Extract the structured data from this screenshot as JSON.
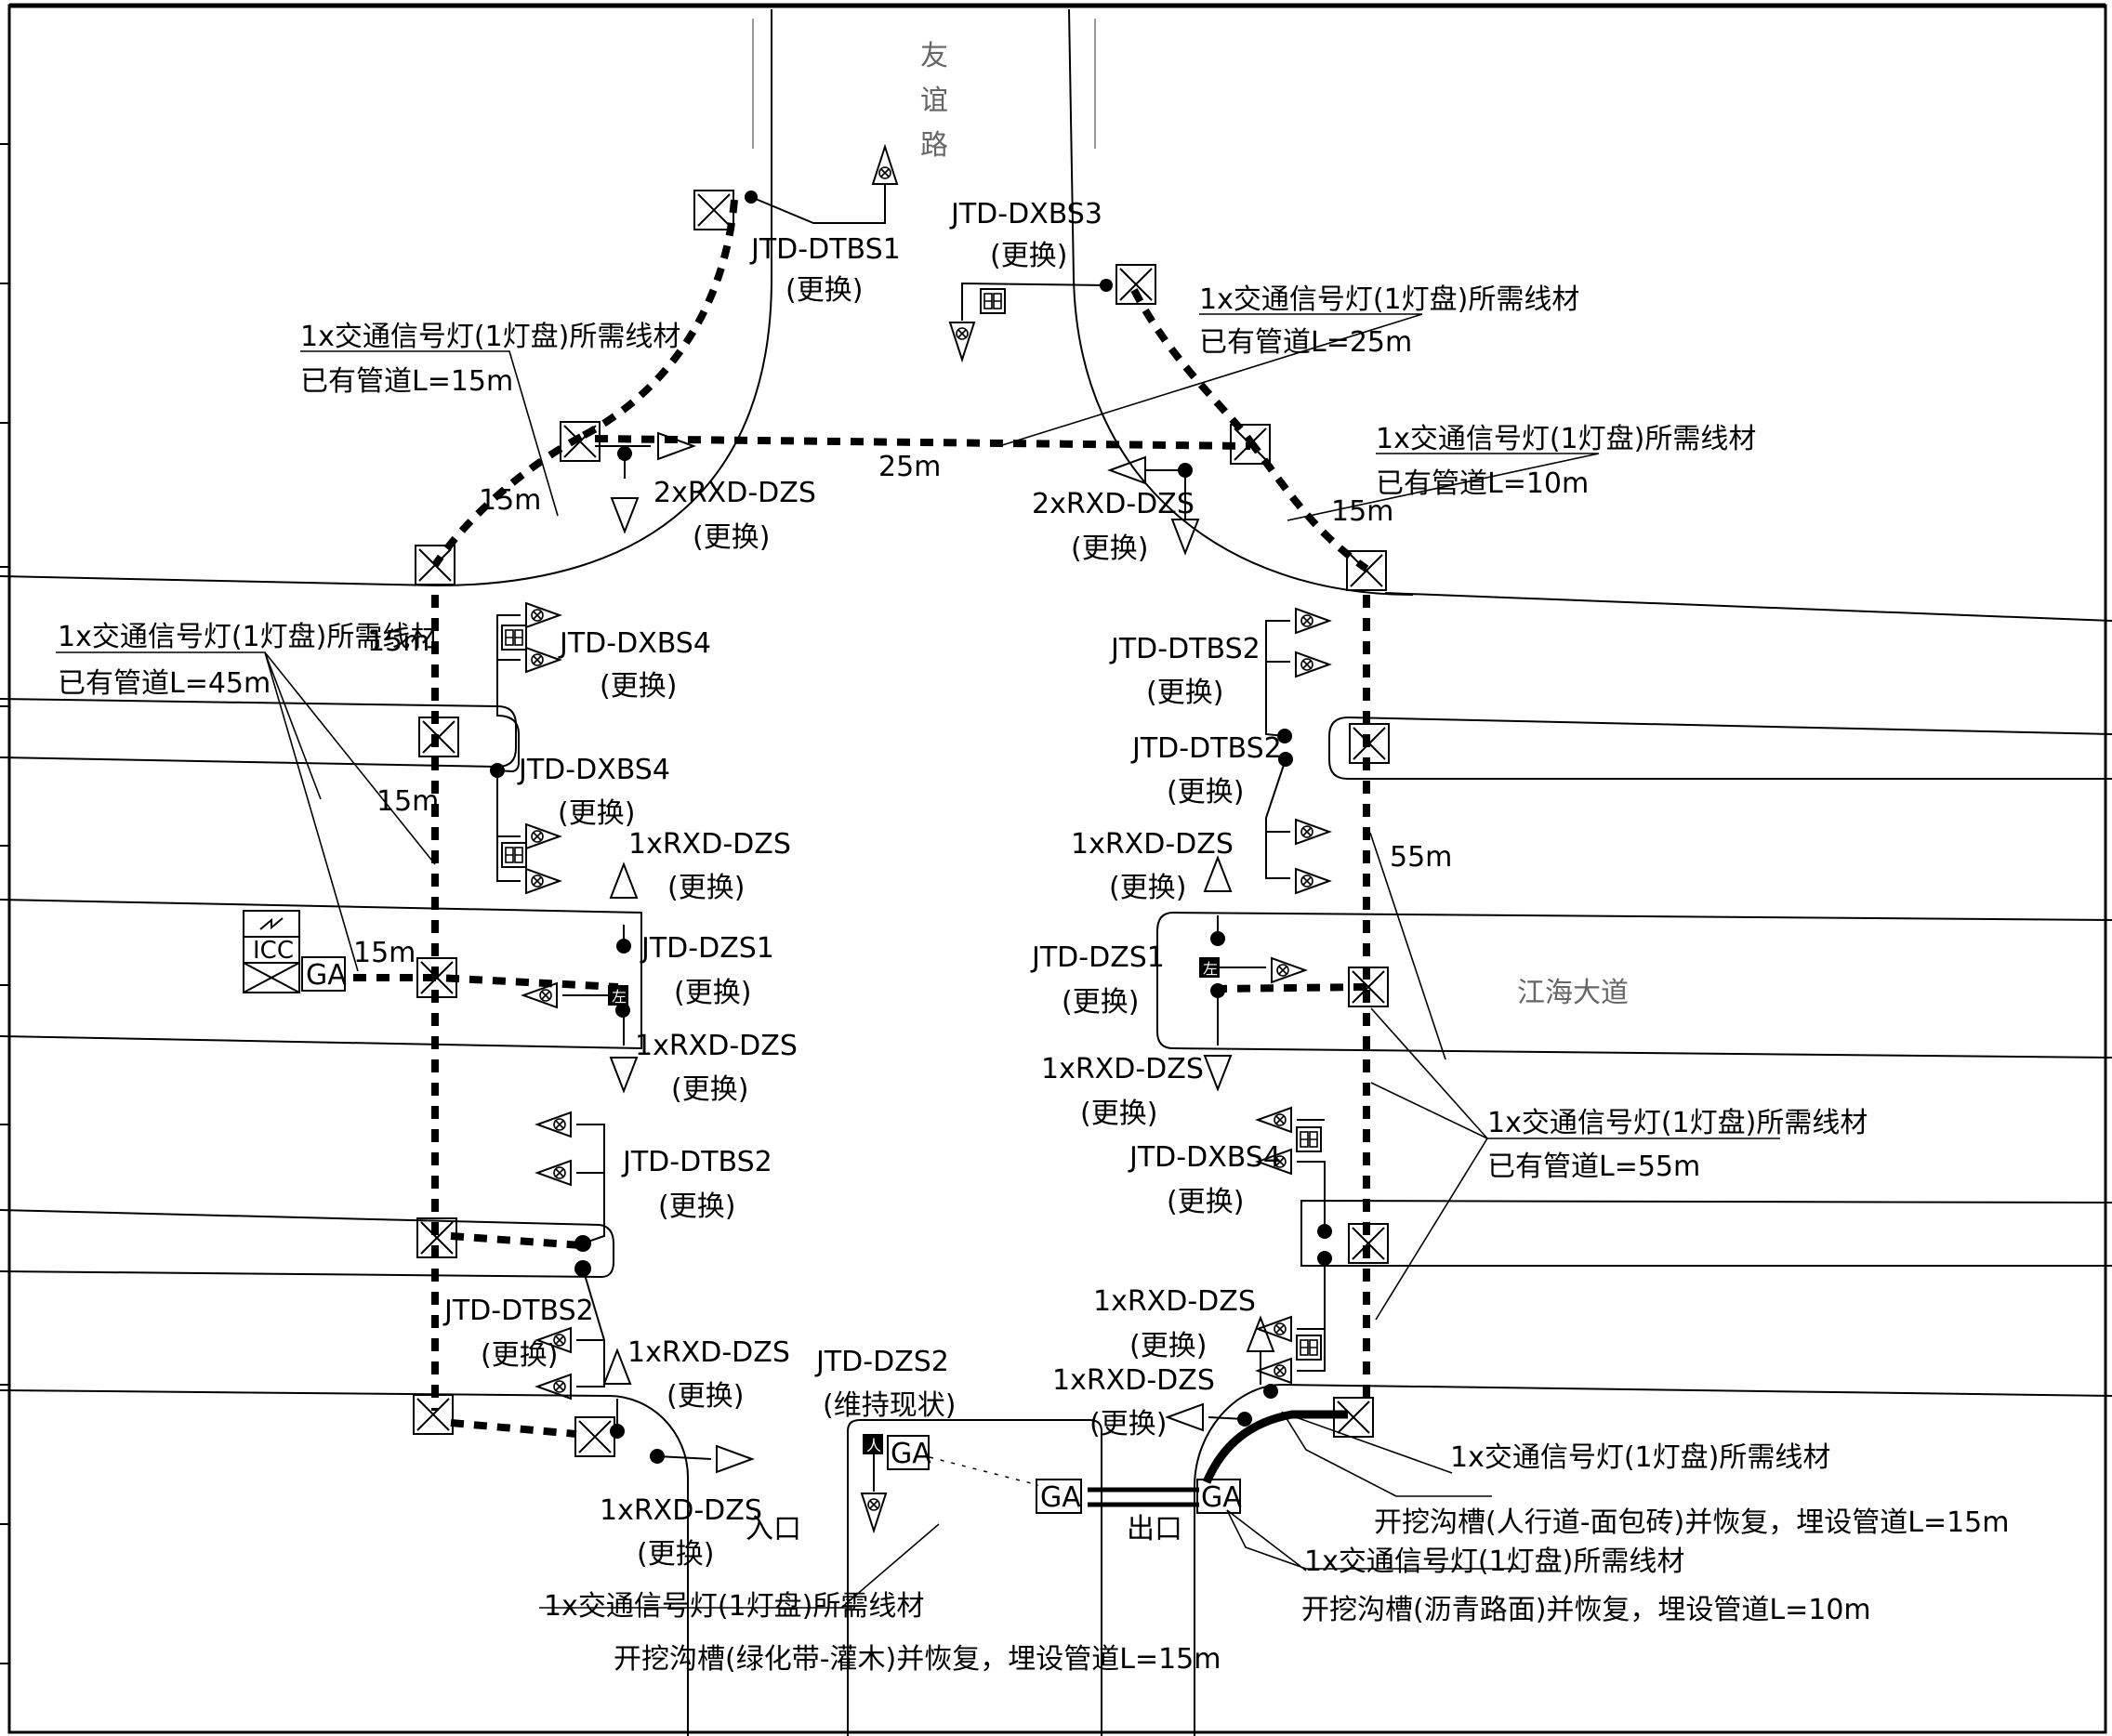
{
  "road_labels": {
    "north_road": "友谊路",
    "east_road": "江海大道"
  },
  "equipment": {
    "dtbs1": "JTD-DTBS1",
    "dxbs3": "JTD-DXBS3",
    "dxbs4": "JTD-DXBS4",
    "dtbs2": "JTD-DTBS2",
    "dzs1": "JTD-DZS1",
    "dzs2": "JTD-DZS2",
    "rxd_2x": "2xRXD-DZS",
    "rxd_1x": "1xRXD-DZS"
  },
  "status": {
    "replace": "(更换)",
    "maintain": "(维持现状)"
  },
  "cable_notes": {
    "signal_wire": "1x交通信号灯(1灯盘)所需线材",
    "existing_15": "已有管道L=15m",
    "existing_25": "已有管道L=25m",
    "existing_10": "已有管道L=10m",
    "existing_45": "已有管道L=45m",
    "existing_55": "已有管道L=55m",
    "trench_sidewalk": "开挖沟槽(人行道-面包砖)并恢复，埋设管道L=15m",
    "trench_asphalt": "开挖沟槽(沥青路面)并恢复，埋设管道L=10m",
    "trench_green": "开挖沟槽(绿化带-灌木)并恢复，埋设管道L=15m"
  },
  "distances": {
    "d15": "15m",
    "d25": "25m",
    "d55": "55m"
  },
  "misc": {
    "entrance": "入口",
    "exit": "出口",
    "ga": "GA",
    "icc": "ICC",
    "left_sign": "左",
    "walk_sign": "人"
  }
}
